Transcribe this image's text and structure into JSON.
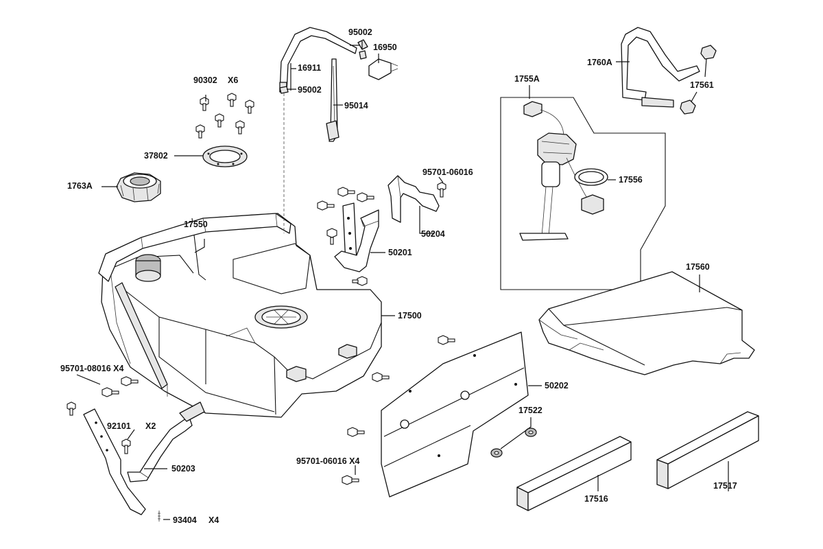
{
  "callouts": {
    "c95002_top": "95002",
    "c16950": "16950",
    "c16911": "16911",
    "c95002_mid": "95002",
    "c95014": "95014",
    "c90302": "90302",
    "qty_x6": "X6",
    "c37802": "37802",
    "c1763A": "1763A",
    "c17550": "17550",
    "c95701_06016_a": "95701-06016",
    "c50204": "50204",
    "c50201": "50201",
    "c17500": "17500",
    "c1755A": "1755A",
    "c17556": "17556",
    "c1760A": "1760A",
    "c17561": "17561",
    "c17560": "17560",
    "c95701_08016": "95701-08016 X4",
    "c92101": "92101",
    "qty_x2": "X2",
    "c50203": "50203",
    "c93404": "93404",
    "qty_x4": "X4",
    "c50202": "50202",
    "c17522": "17522",
    "c95701_06016_b": "95701-06016 X4",
    "c17516": "17516",
    "c17517": "17517"
  },
  "colors": {
    "line": "#111111",
    "shade": "#e6e6e6",
    "background": "#ffffff"
  }
}
